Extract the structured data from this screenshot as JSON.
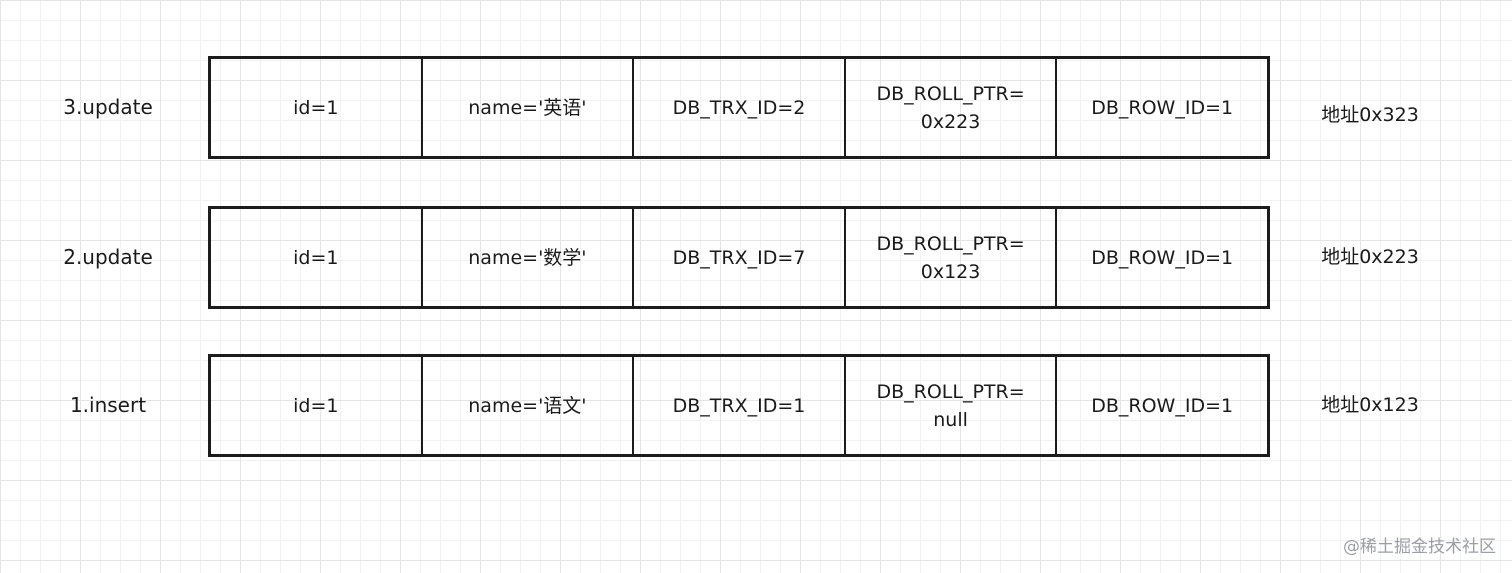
{
  "rows": [
    {
      "step": "3.update",
      "id": "id=1",
      "name": "name='英语'",
      "trx_id": "DB_TRX_ID=2",
      "roll_ptr_key": "DB_ROLL_PTR=",
      "roll_ptr_value": "0x223",
      "row_id": "DB_ROW_ID=1",
      "address": "地址0x323"
    },
    {
      "step": "2.update",
      "id": "id=1",
      "name": "name='数学'",
      "trx_id": "DB_TRX_ID=7",
      "roll_ptr_key": "DB_ROLL_PTR=",
      "roll_ptr_value": "0x123",
      "row_id": "DB_ROW_ID=1",
      "address": "地址0x223"
    },
    {
      "step": "1.insert",
      "id": "id=1",
      "name": "name='语文'",
      "trx_id": "DB_TRX_ID=1",
      "roll_ptr_key": "DB_ROLL_PTR=",
      "roll_ptr_value": "null",
      "row_id": "DB_ROW_ID=1",
      "address": "地址0x123"
    }
  ],
  "watermark": "@稀土掘金技术社区"
}
